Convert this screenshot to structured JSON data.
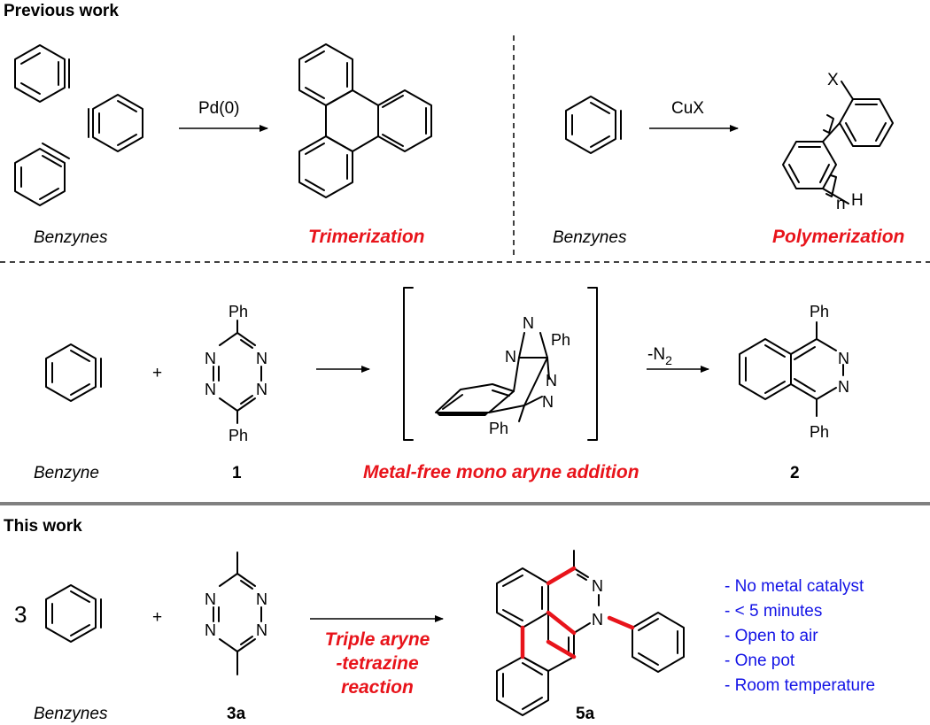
{
  "sections": {
    "previous_title": "Previous work",
    "this_title": "This work"
  },
  "panel_a": {
    "reactant_label": "Benzynes",
    "reagent": "Pd(0)",
    "outcome": "Trimerization"
  },
  "panel_b": {
    "reactant_label": "Benzynes",
    "reagent": "CuX",
    "outcome": "Polymerization",
    "atom_x": "X",
    "atom_h": "H",
    "subscript_n": "n"
  },
  "panel_c": {
    "reactant_label": "Benzyne",
    "plus": "+",
    "tetrazine_label": "1",
    "intermediate_label": "Metal-free mono aryne addition",
    "reagent_prefix": "-N",
    "reagent_sub": "2",
    "product_label": "2",
    "ph": "Ph",
    "n": "N"
  },
  "panel_d": {
    "coefficient": "3",
    "reactant_label": "Benzynes",
    "plus": "+",
    "tetrazine_label": "3a",
    "arrow_label_lines": [
      "Triple aryne",
      "-tetrazine",
      "reaction"
    ],
    "product_label": "5a",
    "n": "N",
    "features": [
      "- No metal catalyst",
      "- < 5 minutes",
      "- Open to air",
      "- One pot",
      "- Room temperature"
    ]
  },
  "colors": {
    "highlight": "#e8141b",
    "feature_text": "#1414e6",
    "heavy_divider": "#808080"
  }
}
